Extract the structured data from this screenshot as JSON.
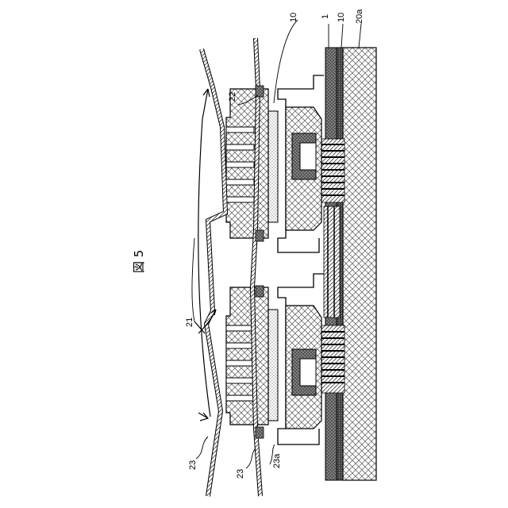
{
  "figure": {
    "caption": "図 5"
  },
  "labels": {
    "ref_1": "1",
    "ref_10_top": "10",
    "ref_10_right": "10",
    "ref_20a": "20a",
    "ref_22": "22",
    "ref_21": "21",
    "ref_23_left": "23",
    "ref_23_bottom": "23",
    "ref_23a": "23a"
  }
}
